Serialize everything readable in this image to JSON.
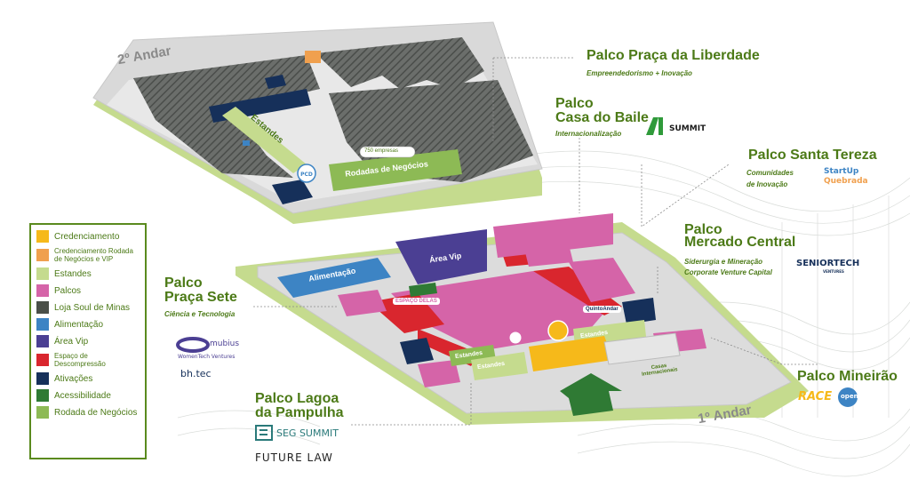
{
  "floors": {
    "upper": "2º Andar",
    "lower": "1º Andar"
  },
  "legend": {
    "items": [
      {
        "label": "Credenciamento",
        "color": "#f6b91a"
      },
      {
        "label": "Credenciamento Rodada de Negócios e VIP",
        "color": "#f0a04e"
      },
      {
        "label": "Estandes",
        "color": "#c5db8e"
      },
      {
        "label": "Palcos",
        "color": "#d564a8"
      },
      {
        "label": "Loja Soul de Minas",
        "color": "#4a4f48"
      },
      {
        "label": "Alimentação",
        "color": "#3d84c4"
      },
      {
        "label": "Área Vip",
        "color": "#4b3f93"
      },
      {
        "label": "Espaço de Descompressão",
        "color": "#d9262e"
      },
      {
        "label": "Ativações",
        "color": "#16305a"
      },
      {
        "label": "Acessibilidade",
        "color": "#2f7a34"
      },
      {
        "label": "Rodada de Negócios",
        "color": "#8dba55"
      }
    ]
  },
  "map_labels": {
    "estandes_upper": "Estandes",
    "empresas": "750 empresas",
    "rodadas": "Rodadas de Negócios",
    "alimentacao": "Alimentação",
    "area_vip": "Área Vip",
    "espaco_delas": "ESPAÇO DELAS",
    "quintoandar": "QuintoAndar",
    "estandes_l1": "Estandes",
    "estandes_l2": "Estandes",
    "estandes_l3": "Estandes",
    "casas": "Casas Internacionais"
  },
  "stages": {
    "liberdade": {
      "title": "Palco Praça da Liberdade",
      "subtitle": "Empreendedorismo + Inovação"
    },
    "baile": {
      "title_line1": "Palco",
      "title_line2": "Casa do Baile",
      "subtitle": "Internacionalização"
    },
    "tereza": {
      "title": "Palco Santa Tereza",
      "subtitle_line1": "Comunidades",
      "subtitle_line2": "de Inovação"
    },
    "mercado": {
      "title_line1": "Palco",
      "title_line2": "Mercado Central",
      "subtitle_line1": "Siderurgia e Mineração",
      "subtitle_line2": "Corporate Venture Capital"
    },
    "sete": {
      "title_line1": "Palco",
      "title_line2": "Praça Sete",
      "subtitle": "Ciência e Tecnologia"
    },
    "lagoa": {
      "title_line1": "Palco Lagoa",
      "title_line2": "da Pampulha"
    },
    "mineirao": {
      "title": "Palco Mineirão"
    }
  },
  "logos": {
    "ai_summit": "SUMMIT",
    "startup": "StartUp",
    "quebrada": "Quebrada",
    "seniortech": "SENIORTECH",
    "ventures": "VENTURES",
    "mubius": "mubius",
    "mubius_sub": "WomenTech Ventures",
    "bhtec": "bh.tec",
    "seg": "SEG SUMMIT",
    "futurelaw": "FUTURE LAW",
    "race": "RACE",
    "open": "open"
  }
}
